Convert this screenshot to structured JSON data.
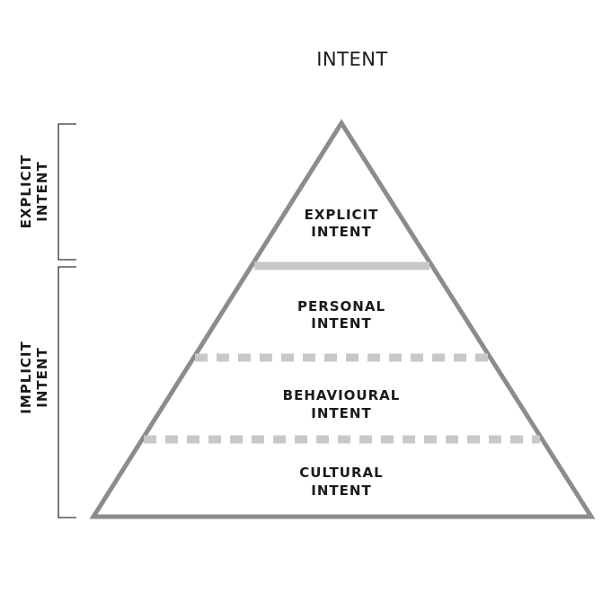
{
  "title": "INTENT",
  "colors": {
    "outline": "#8c8c8c",
    "solid_divider": "#c8c8c8",
    "dashed_divider": "#c8c8c8",
    "bracket": "#333333",
    "text": "#1a1a1a"
  },
  "layers": [
    {
      "line1": "EXPLICIT",
      "line2": "INTENT"
    },
    {
      "line1": "PERSONAL",
      "line2": "INTENT"
    },
    {
      "line1": "BEHAVIOURAL",
      "line2": "INTENT"
    },
    {
      "line1": "CULTURAL",
      "line2": "INTENT"
    }
  ],
  "brackets": [
    {
      "line1": "EXPLICIT",
      "line2": "INTENT"
    },
    {
      "line1": "IMPLICIT",
      "line2": "INTENT"
    }
  ]
}
